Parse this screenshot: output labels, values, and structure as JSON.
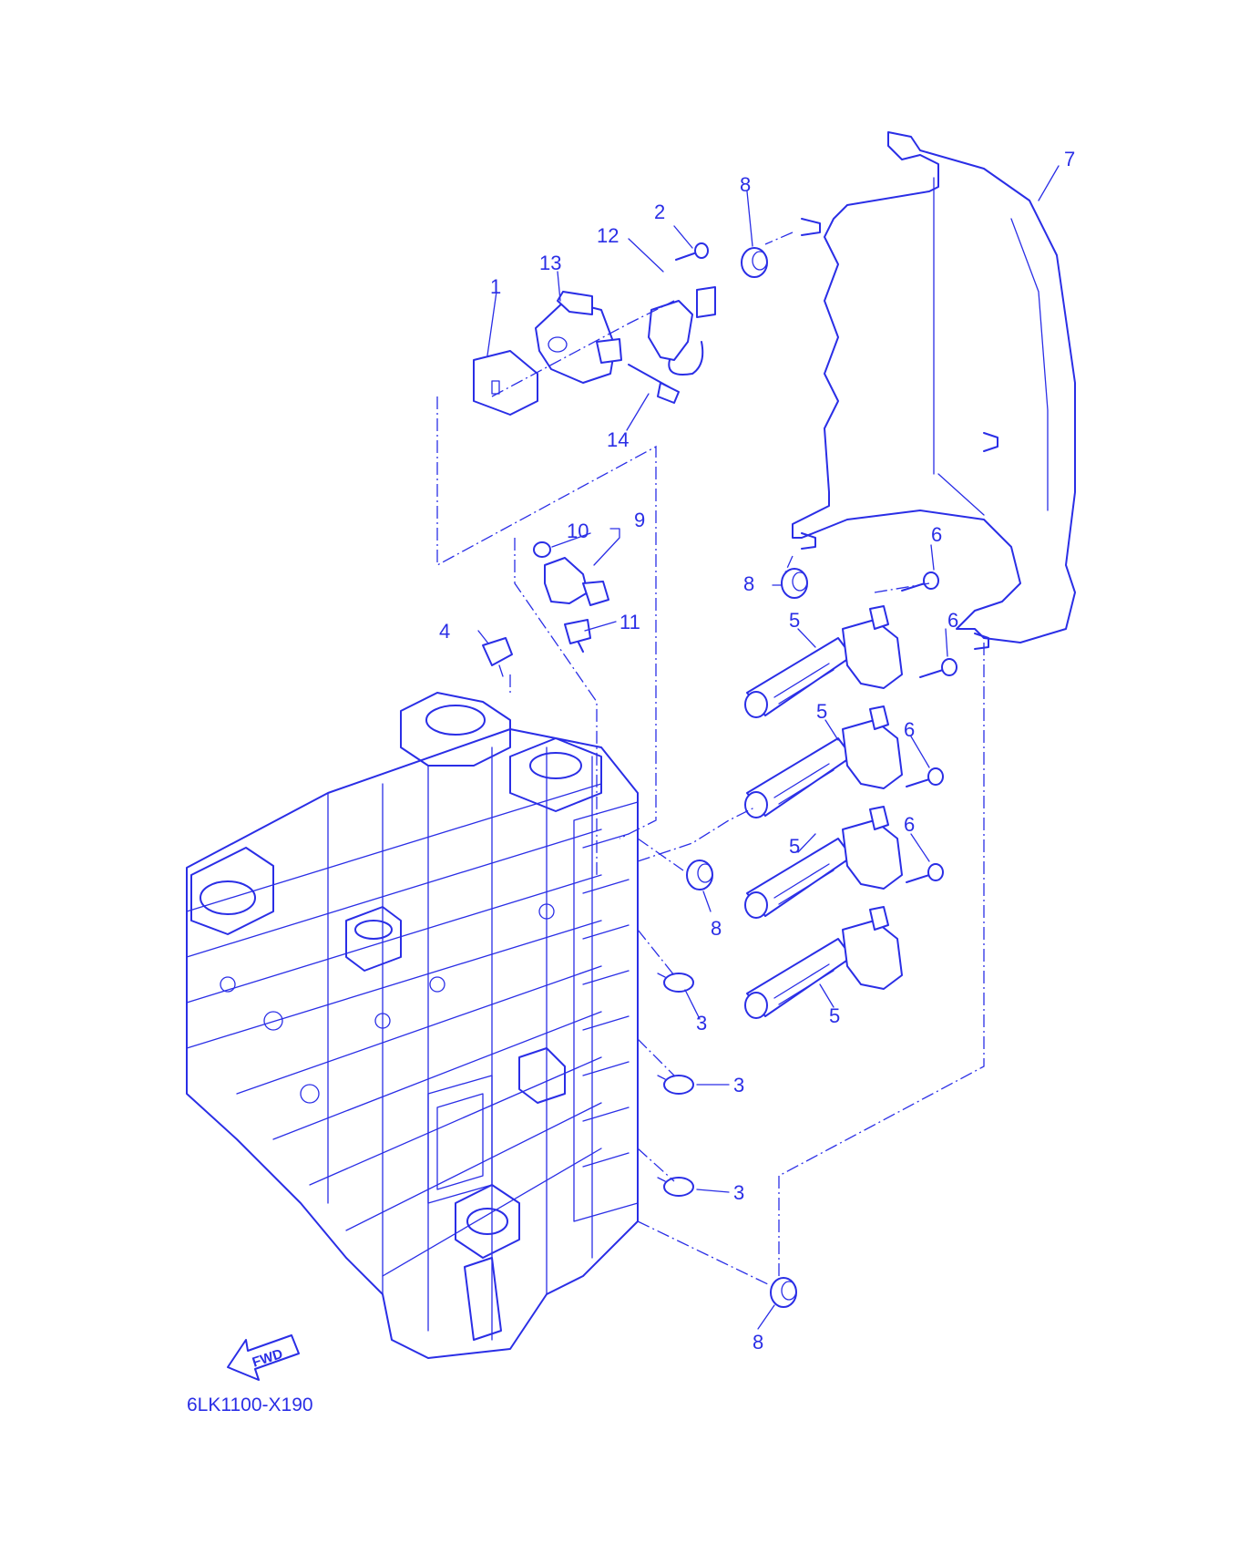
{
  "diagram": {
    "code": "6LK1100-X190",
    "fwd_label": "FWD",
    "line_color": "#2a2ee6",
    "background": "#ffffff"
  },
  "callouts": {
    "c1": "1",
    "c2": "2",
    "c3a": "3",
    "c3b": "3",
    "c3c": "3",
    "c4": "4",
    "c5a": "5",
    "c5b": "5",
    "c5c": "5",
    "c5d": "5",
    "c6a": "6",
    "c6b": "6",
    "c6c": "6",
    "c6d": "6",
    "c7": "7",
    "c8a": "8",
    "c8b": "8",
    "c8c": "8",
    "c8d": "8",
    "c9": "9",
    "c10": "10",
    "c11": "11",
    "c12": "12",
    "c13": "13",
    "c14": "14"
  }
}
